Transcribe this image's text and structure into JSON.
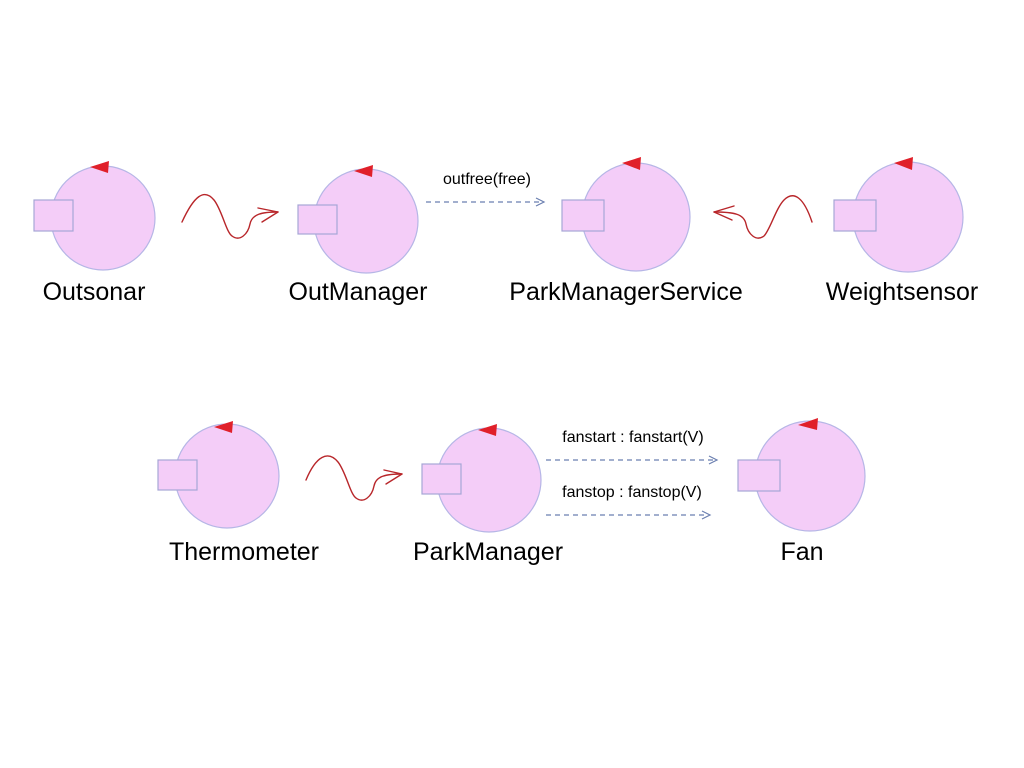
{
  "diagram": {
    "actors": [
      {
        "id": "outsonar",
        "label": "Outsonar"
      },
      {
        "id": "outmanager",
        "label": "OutManager"
      },
      {
        "id": "parkmanagerservice",
        "label": "ParkManagerService"
      },
      {
        "id": "weightsensor",
        "label": "Weightsensor"
      },
      {
        "id": "thermometer",
        "label": "Thermometer"
      },
      {
        "id": "parkmanager",
        "label": "ParkManager"
      },
      {
        "id": "fan",
        "label": "Fan"
      }
    ],
    "messages": [
      {
        "id": "outfree",
        "label": "outfree(free)",
        "from": "outmanager",
        "to": "parkmanagerservice"
      },
      {
        "id": "fanstart",
        "label": "fanstart : fanstart(V)",
        "from": "parkmanager",
        "to": "fan"
      },
      {
        "id": "fanstop",
        "label": "fanstop : fanstop(V)",
        "from": "parkmanager",
        "to": "fan"
      }
    ],
    "events": [
      {
        "id": "ev-outsonar",
        "from": "outsonar",
        "to": "outmanager"
      },
      {
        "id": "ev-weightsensor",
        "from": "weightsensor",
        "to": "parkmanagerservice"
      },
      {
        "id": "ev-thermometer",
        "from": "thermometer",
        "to": "parkmanager"
      }
    ],
    "colors": {
      "actor_fill": "#f4cdf8",
      "actor_stroke": "#b6b6e6",
      "marker": "#e0202a",
      "message_line": "#6b7fb0",
      "event_line": "#b8262a"
    }
  }
}
